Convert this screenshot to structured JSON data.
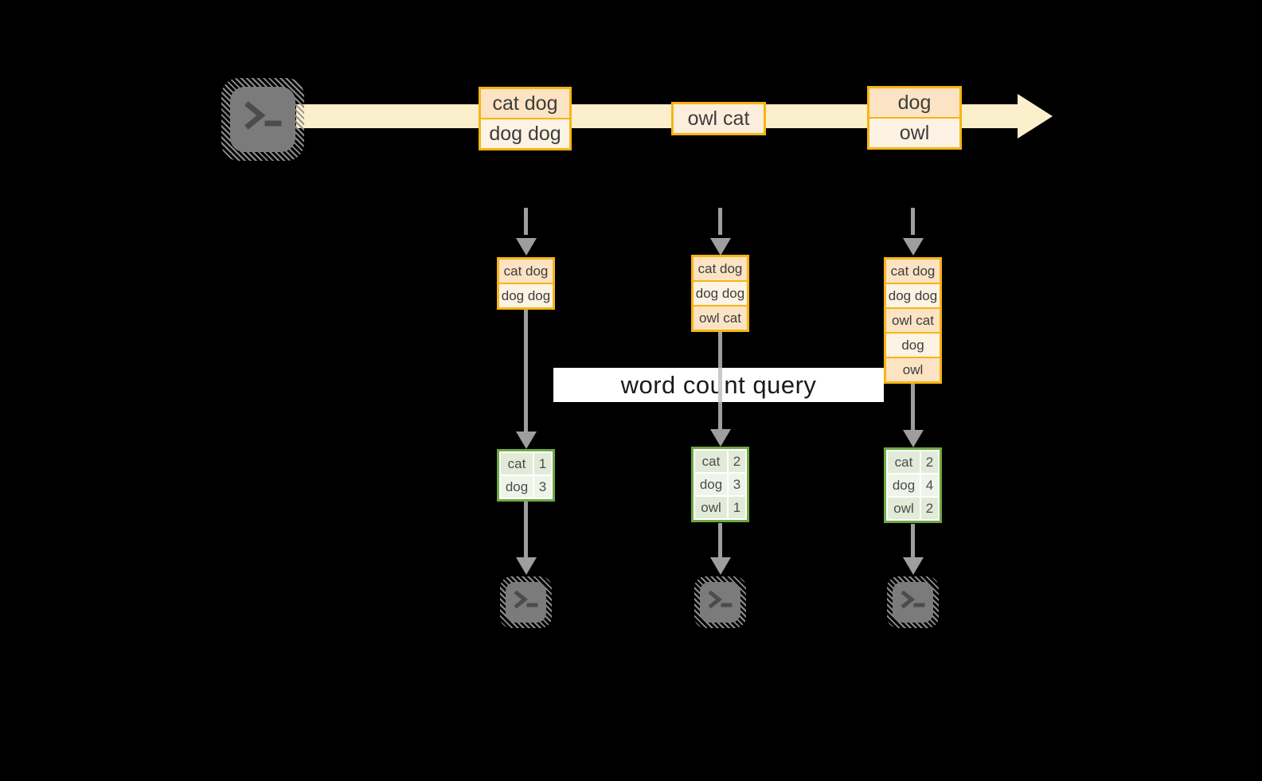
{
  "query_label": "word count query",
  "stream": {
    "batches": [
      {
        "rows": [
          "cat dog",
          "dog dog"
        ]
      },
      {
        "rows": [
          "owl cat"
        ]
      },
      {
        "rows": [
          "dog",
          "owl"
        ]
      }
    ]
  },
  "columns": [
    {
      "state_rows": [
        "cat dog",
        "dog dog"
      ],
      "counts": [
        {
          "word": "cat",
          "count": "1"
        },
        {
          "word": "dog",
          "count": "3"
        }
      ]
    },
    {
      "state_rows": [
        "cat dog",
        "dog dog",
        "owl cat"
      ],
      "counts": [
        {
          "word": "cat",
          "count": "2"
        },
        {
          "word": "dog",
          "count": "3"
        },
        {
          "word": "owl",
          "count": "1"
        }
      ]
    },
    {
      "state_rows": [
        "cat dog",
        "dog dog",
        "owl cat",
        "dog",
        "owl"
      ],
      "counts": [
        {
          "word": "cat",
          "count": "2"
        },
        {
          "word": "dog",
          "count": "4"
        },
        {
          "word": "owl",
          "count": "2"
        }
      ]
    }
  ],
  "icons": {
    "source": "terminal-icon",
    "sink_1": "terminal-icon",
    "sink_2": "terminal-icon",
    "sink_3": "terminal-icon"
  },
  "colors": {
    "background": "#000000",
    "stream_band": "#fcf0cc",
    "orange_border": "#f6b513",
    "row_peach": "#fbe3c3",
    "row_cream": "#fdf3e4",
    "row_light_peach": "#fceedc",
    "green_border": "#6fa845",
    "green_cell_dark": "#e2ebd8",
    "green_cell_light": "#eff4e9",
    "arrow_gray": "#9e9e9e",
    "terminal_gray": "#7b7b7b",
    "query_text": "#1a1a1a"
  }
}
